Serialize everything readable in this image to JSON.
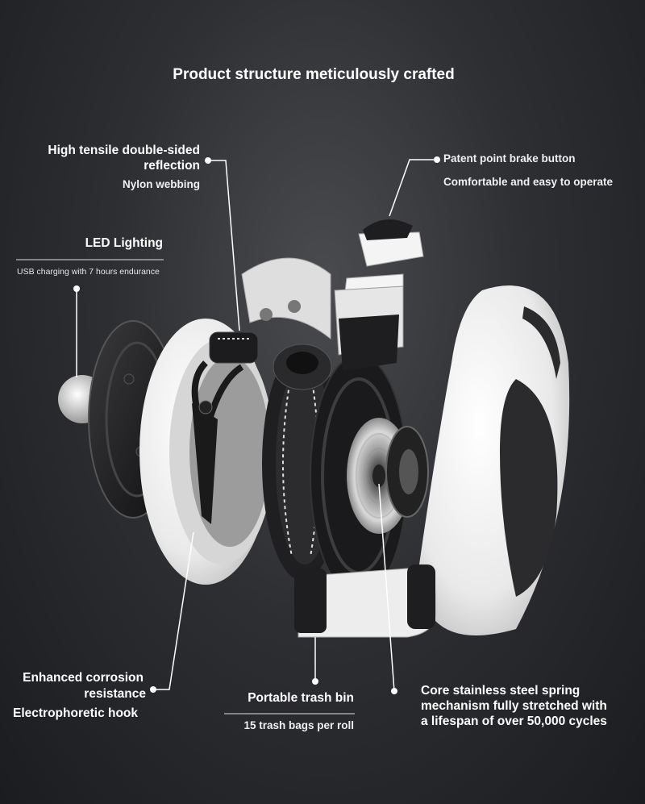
{
  "title": "Product structure meticulously crafted",
  "labels": {
    "webbing": {
      "line1": "High tensile double-sided",
      "line2": "reflection",
      "sub": "Nylon webbing"
    },
    "brake": {
      "title": "Patent point brake button",
      "sub": "Comfortable and easy to operate"
    },
    "led": {
      "title": "LED Lighting",
      "sub": "USB charging with 7 hours endurance"
    },
    "hook": {
      "line1": "Enhanced corrosion",
      "line2": "resistance",
      "sub": "Electrophoretic hook"
    },
    "trash": {
      "title": "Portable trash bin",
      "sub": "15 trash bags per roll"
    },
    "spring": {
      "line1": "Core stainless steel spring",
      "line2": "mechanism fully stretched with",
      "line3": "a lifespan of over 50,000 cycles"
    }
  },
  "colors": {
    "background": "#2e2f33",
    "text": "#ffffff",
    "shell": "#f2f2f2",
    "plastic_dark": "#1c1c1e"
  }
}
